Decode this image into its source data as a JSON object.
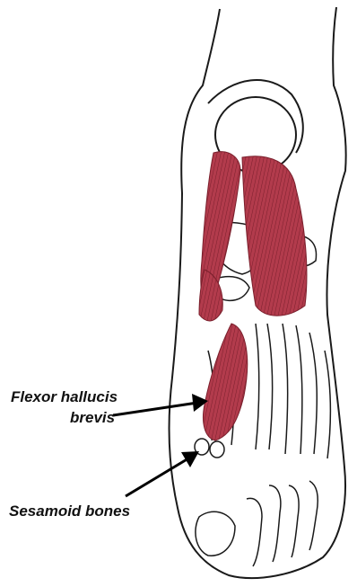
{
  "labels": {
    "flexor_line1": "Flexor hallucis",
    "flexor_line2": "brevis",
    "sesamoid": "Sesamoid bones"
  },
  "colors": {
    "muscle": "#b23b4c",
    "muscle_dark": "#7a1f2c",
    "bone_outline": "#1a1a1a",
    "background": "#ffffff"
  }
}
